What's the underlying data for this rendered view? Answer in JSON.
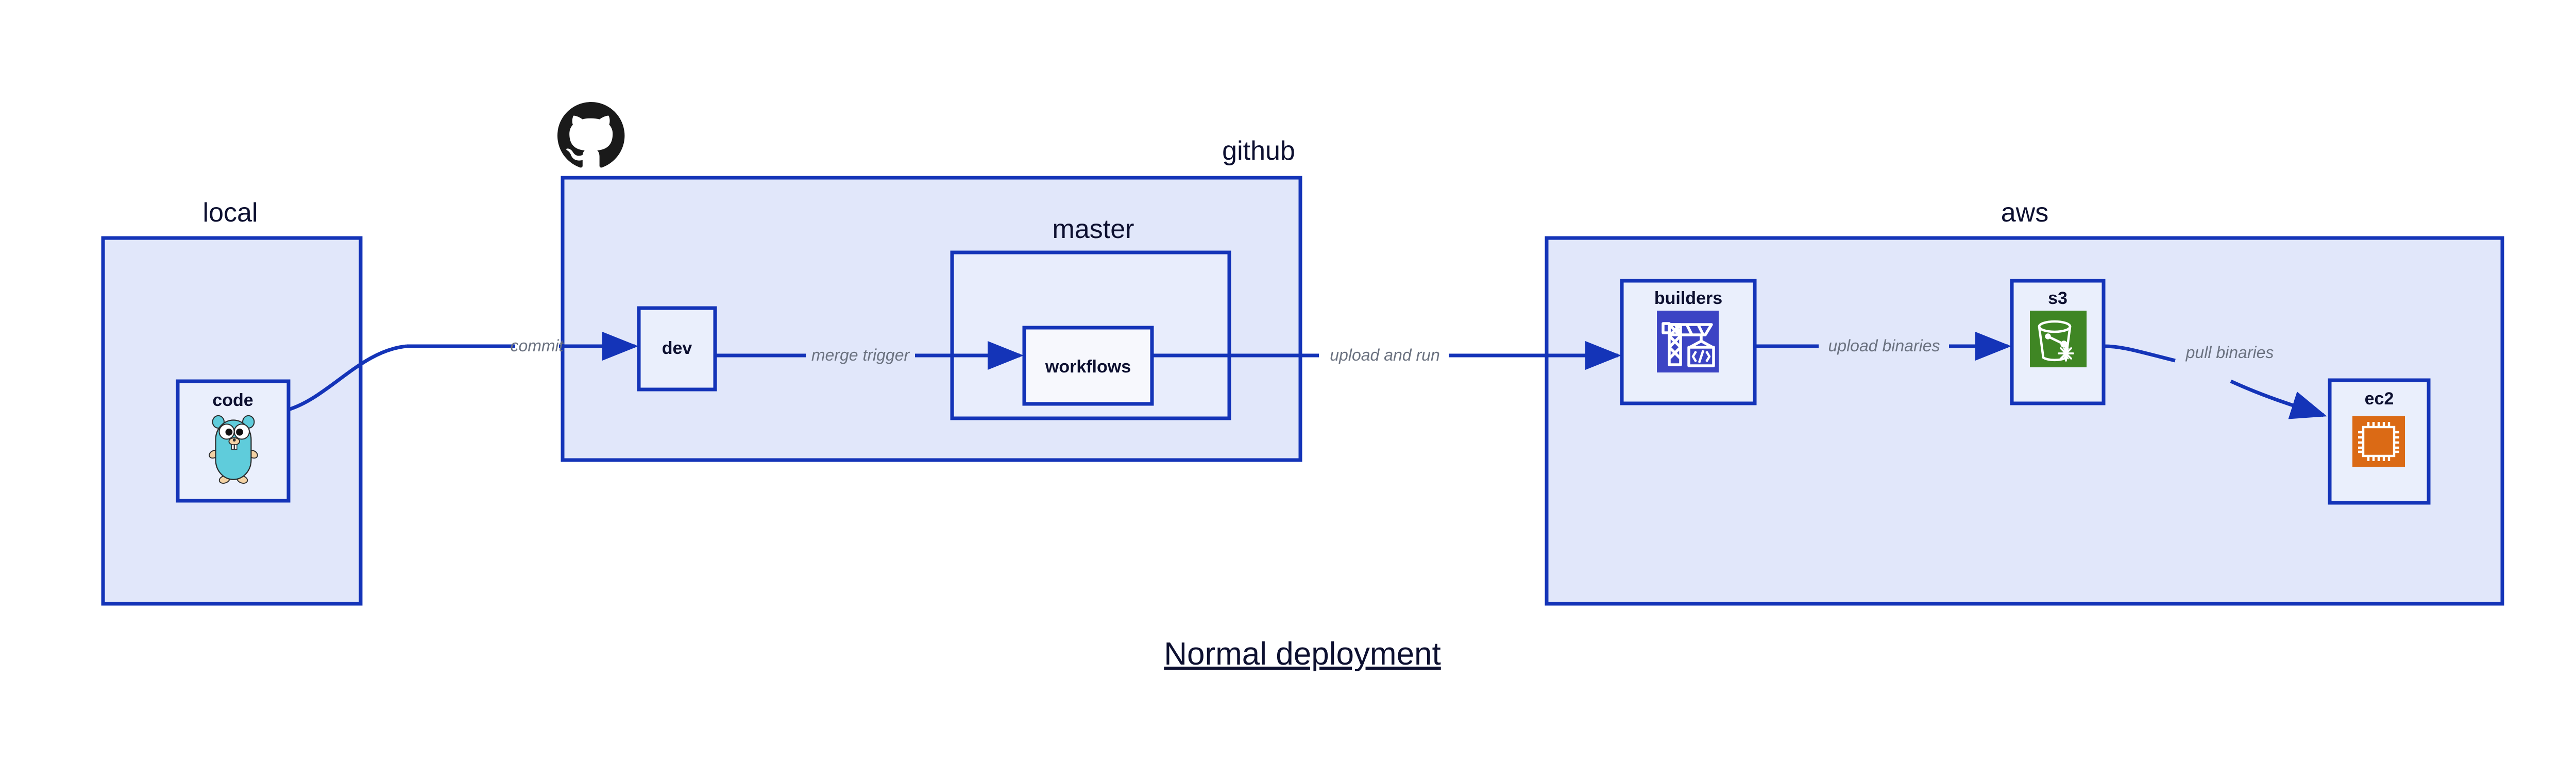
{
  "diagram": {
    "title": "Normal deployment",
    "colors": {
      "border_blue": "#1434b8",
      "container_fill": "#e1e7fa",
      "node_fill": "#eaeffc",
      "label_navy": "#0d1030",
      "edge_label_gray": "#6b7280",
      "aws_codebuild_blue": "#3c44c4",
      "aws_s3_green": "#3f8624",
      "aws_ec2_orange": "#db6a15",
      "gopher_cyan": "#5fccdb",
      "github_black": "#1a1a1a"
    },
    "groups": [
      {
        "id": "local",
        "label": "local",
        "nodes": [
          {
            "id": "code",
            "label": "code",
            "icon": "go-gopher-icon"
          }
        ]
      },
      {
        "id": "github",
        "label": "github",
        "icon": "github-octocat-icon",
        "nodes": [
          {
            "id": "dev",
            "label": "dev",
            "icon": "none"
          }
        ],
        "subgroups": [
          {
            "id": "master",
            "label": "master",
            "nodes": [
              {
                "id": "workflows",
                "label": "workflows",
                "icon": "none"
              }
            ]
          }
        ]
      },
      {
        "id": "aws",
        "label": "aws",
        "nodes": [
          {
            "id": "builders",
            "label": "builders",
            "icon": "aws-codebuild-icon"
          },
          {
            "id": "s3",
            "label": "s3",
            "icon": "aws-s3-glacier-icon"
          },
          {
            "id": "ec2",
            "label": "ec2",
            "icon": "aws-ec2-chip-icon"
          }
        ]
      }
    ],
    "edges": [
      {
        "id": "commit",
        "label": "commit",
        "from": "code",
        "to": "dev"
      },
      {
        "id": "merge-trigger",
        "label": "merge trigger",
        "from": "dev",
        "to": "workflows"
      },
      {
        "id": "upload-and-run",
        "label": "upload and run",
        "from": "workflows",
        "to": "builders"
      },
      {
        "id": "upload-binaries",
        "label": "upload binaries",
        "from": "builders",
        "to": "s3"
      },
      {
        "id": "pull-binaries",
        "label": "pull binaries",
        "from": "s3",
        "to": "ec2"
      }
    ]
  }
}
